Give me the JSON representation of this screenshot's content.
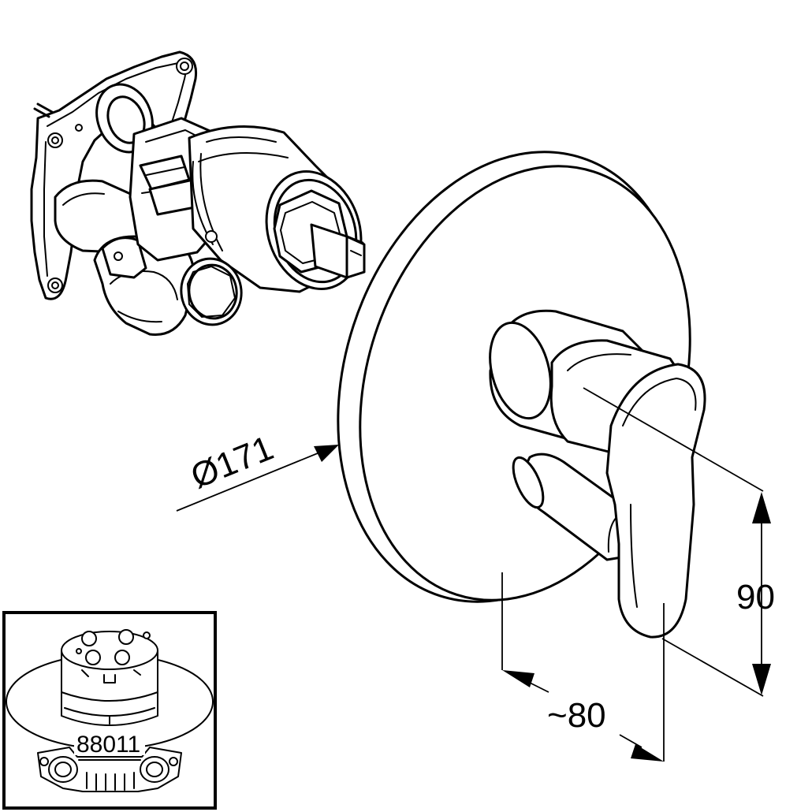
{
  "dimensions": {
    "diameter": "Ø171",
    "height": "90",
    "depth": "~80"
  },
  "inset": {
    "part_number": "88011"
  },
  "colors": {
    "line": "#000000",
    "background": "#ffffff"
  }
}
